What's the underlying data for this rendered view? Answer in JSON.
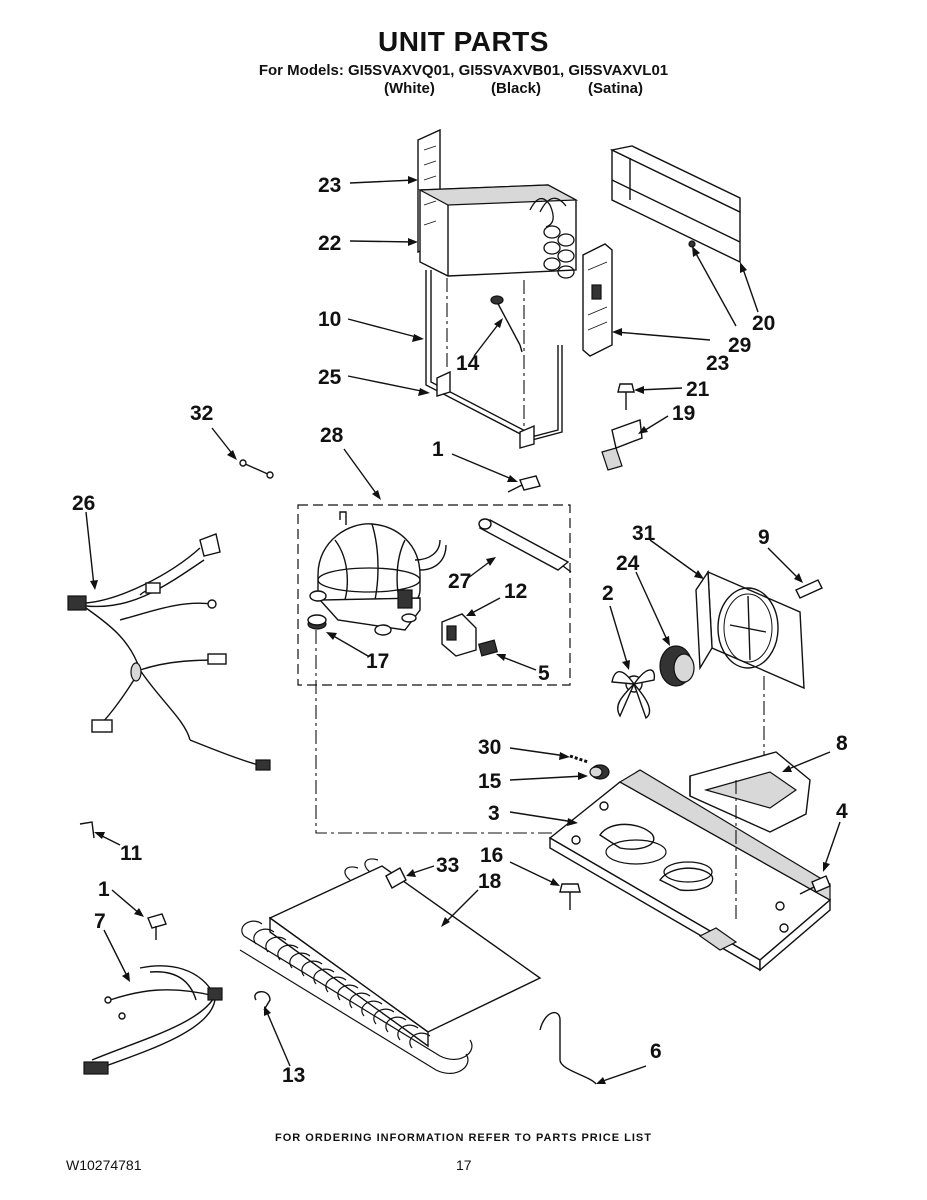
{
  "header": {
    "title": "UNIT PARTS",
    "models_line": "For Models: GI5SVAXVQ01, GI5SVAXVB01, GI5SVAXVL01",
    "variants": [
      "(White)",
      "(Black)",
      "(Satina)"
    ]
  },
  "callouts": {
    "c1a": "1",
    "c1b": "1",
    "c2": "2",
    "c3": "3",
    "c4": "4",
    "c5": "5",
    "c6": "6",
    "c7": "7",
    "c8": "8",
    "c9": "9",
    "c10": "10",
    "c11": "11",
    "c12": "12",
    "c13": "13",
    "c14": "14",
    "c15": "15",
    "c16": "16",
    "c17": "17",
    "c18": "18",
    "c19": "19",
    "c20": "20",
    "c21": "21",
    "c22": "22",
    "c23a": "23",
    "c23b": "23",
    "c24": "24",
    "c25": "25",
    "c26": "26",
    "c27": "27",
    "c28": "28",
    "c29": "29",
    "c30": "30",
    "c31": "31",
    "c32": "32",
    "c33": "33"
  },
  "footer": {
    "ordering_note": "FOR ORDERING INFORMATION REFER TO PARTS PRICE LIST",
    "doc_number": "W10274781",
    "page_number": "17"
  }
}
